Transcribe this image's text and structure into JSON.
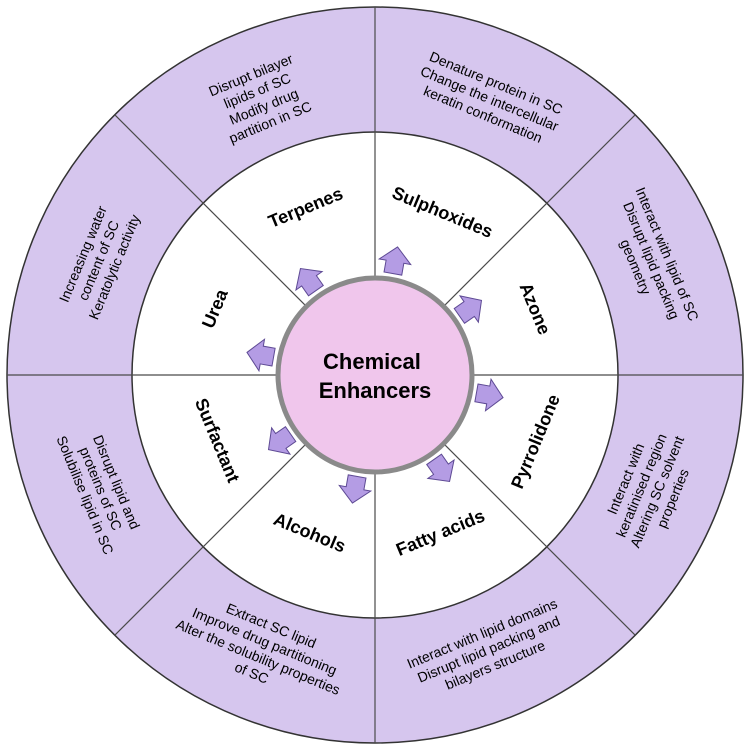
{
  "center": {
    "line1": "Chemical",
    "line2": "Enhancers"
  },
  "colors": {
    "outer_ring": "#d6c6ee",
    "inner_ring": "#ffffff",
    "center_circle": "#f0c6ec",
    "center_border": "#8a8a8a",
    "arrow_fill": "#b49ce4"
  },
  "segments": [
    {
      "label": "Sulphoxides",
      "effects": [
        "Denature protein in SC",
        "Change the intercellular",
        "keratin conformation"
      ]
    },
    {
      "label": "Azone",
      "effects": [
        "Interact with lipid of SC",
        "Disrupt lipid packing",
        "geometry"
      ]
    },
    {
      "label": "Pyrrolidone",
      "effects": [
        "Interact with",
        "keratinised region",
        "Altering SC solvent",
        "properties"
      ]
    },
    {
      "label": "Fatty acids",
      "effects": [
        "Interact with lipid domains",
        "Disrupt lipid packing and",
        "bilayers structure"
      ]
    },
    {
      "label": "Alcohols",
      "effects": [
        "Extract SC lipid",
        "Improve drug partitioning",
        "Alter the solubility properties",
        "of SC"
      ]
    },
    {
      "label": "Surfactant",
      "effects": [
        "Disrupt lipid and",
        "proteins of SC",
        "Solubilise lipid in SC"
      ]
    },
    {
      "label": "Urea",
      "effects": [
        "Increasing water",
        "content of SC",
        "Keratolytic activity"
      ]
    },
    {
      "label": "Terpenes",
      "effects": [
        "Disrupt bilayer",
        "lipids of SC",
        "Modify drug",
        "partition in SC"
      ]
    }
  ]
}
